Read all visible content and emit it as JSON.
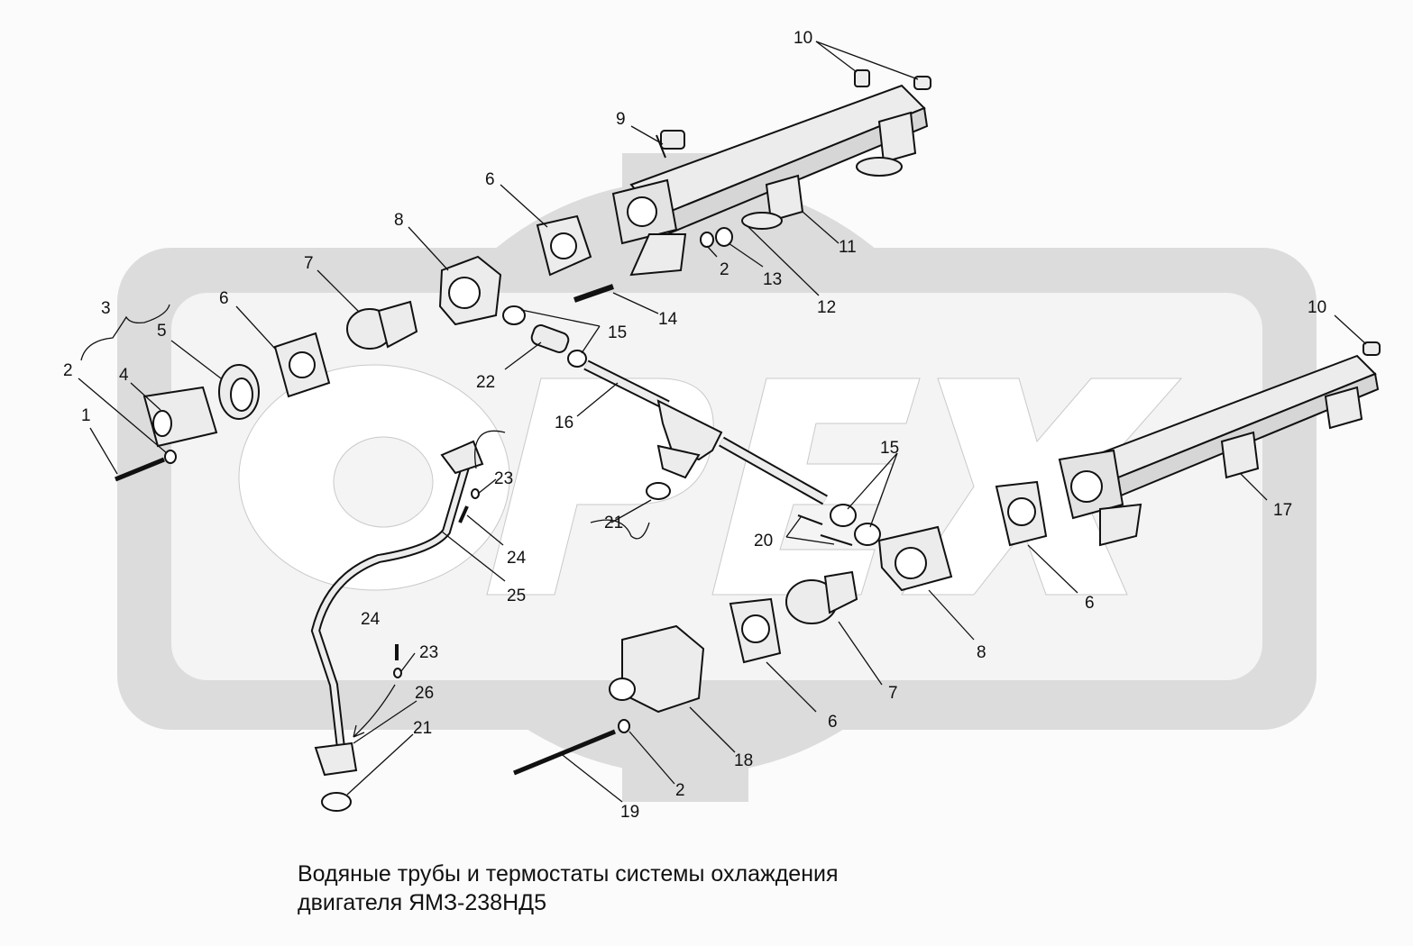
{
  "caption": {
    "line1": "Водяные трубы и термостаты системы охлаждения",
    "line2": "двигателя ЯМЗ-238НД5"
  },
  "watermark": {
    "text": "OPEX",
    "color": "#d8d8d8"
  },
  "colors": {
    "line": "#111111",
    "part_fill": "#ececec",
    "background": "#fbfbfb"
  },
  "callouts": [
    "1",
    "2",
    "3",
    "4",
    "5",
    "6",
    "7",
    "8",
    "6",
    "2",
    "9",
    "10",
    "11",
    "12",
    "13",
    "14",
    "15",
    "22",
    "16",
    "10",
    "17",
    "6",
    "8",
    "7",
    "6",
    "18",
    "19",
    "2",
    "20",
    "15",
    "21",
    "23",
    "24",
    "25",
    "24",
    "23",
    "26",
    "21"
  ]
}
